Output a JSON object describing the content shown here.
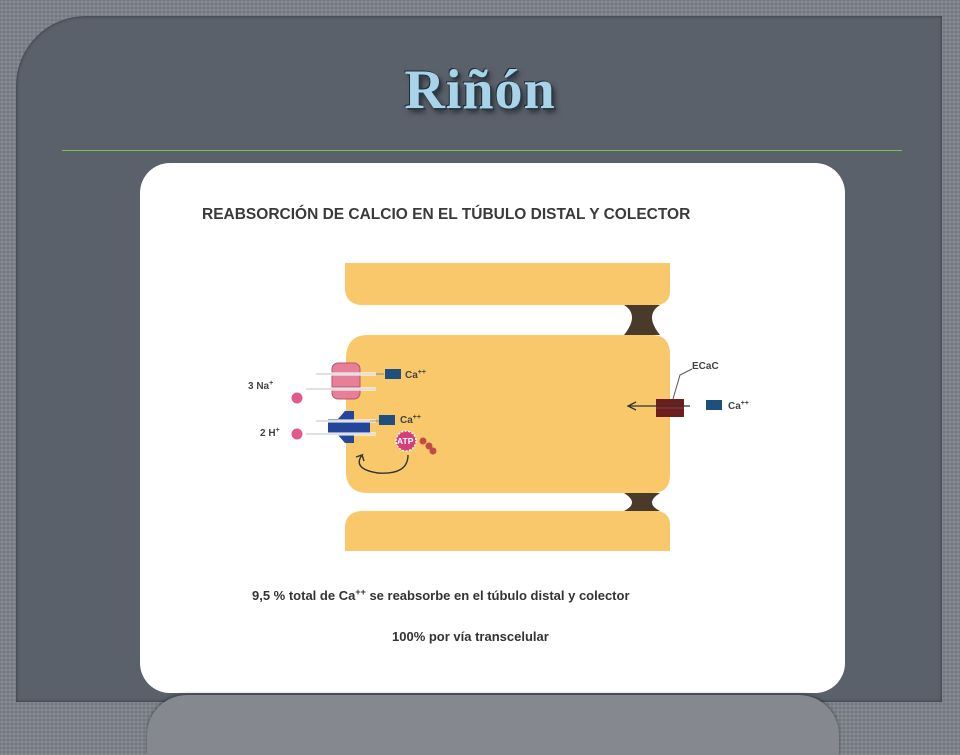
{
  "slide": {
    "title": "Riñón"
  },
  "diagram": {
    "heading": "REABSORCIÓN DE CALCIO EN EL TÚBULO DISTAL Y COLECTOR",
    "labels": {
      "sodium": "3 Na",
      "sodium_sup": "+",
      "proton": "2 H",
      "proton_sup": "+",
      "calcium": "Ca",
      "calcium_sup": "++",
      "atp": "ATP",
      "ecac": "ECaC"
    },
    "caption_1_pre": "9,5 % total de Ca",
    "caption_1_sup": "++",
    "caption_1_post": " se reabsorbe en el túbulo distal y colector",
    "caption_2": "100% por vía transcelular"
  },
  "colors": {
    "slide_background": "#5b616b",
    "title": "#a9d3e9",
    "rule": "#77c24e",
    "cell": "#f9c86a",
    "tight_junction": "#4a3a2a",
    "exchanger": "#e87f98",
    "atpase": "#23459a",
    "calcium_marker": "#1f4f7f",
    "ecac_channel": "#6a1e1e",
    "ion_dot": "#e05a8c"
  }
}
